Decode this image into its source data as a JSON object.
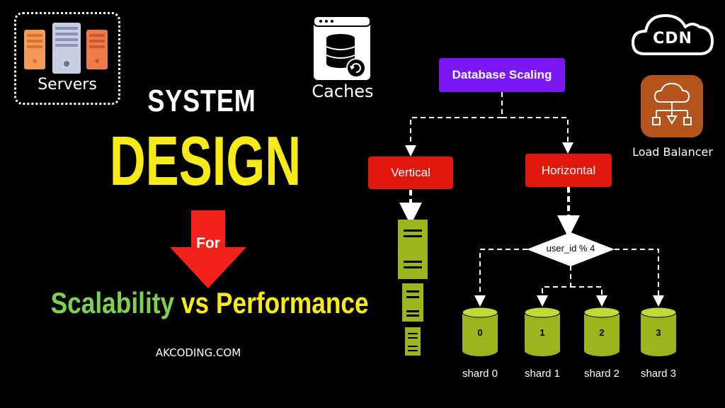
{
  "header": {
    "servers_label": "Servers",
    "caches_label": "Caches",
    "cdn_label": "CDN",
    "load_balancer_label": "Load Balancer"
  },
  "title": {
    "line1": "SYSTEM",
    "line2": "DESIGN",
    "for_label": "For",
    "subtitle_part1": "Scalability",
    "subtitle_part2": "vs Performance",
    "website": "AKCODING.COM"
  },
  "diagram": {
    "root": "Database Scaling",
    "vertical": "Vertical",
    "horizontal": "Horizontal",
    "router": "user_id % 4",
    "shards": [
      {
        "id": "0",
        "label": "shard 0"
      },
      {
        "id": "1",
        "label": "shard 1"
      },
      {
        "id": "2",
        "label": "shard 2"
      },
      {
        "id": "3",
        "label": "shard 3"
      }
    ]
  },
  "colors": {
    "background": "#000000",
    "title_yellow": "#f6ea17",
    "scalability_green": "#7dd152",
    "root_purple": "#7b17f4",
    "branch_red": "#e2170c",
    "shard_green": "#9bb51c",
    "load_balancer_orange": "#b5531c"
  },
  "icons": [
    "server-rack-icon",
    "database-cache-icon",
    "cloud-icon",
    "load-balancer-icon",
    "down-arrow-icon"
  ]
}
